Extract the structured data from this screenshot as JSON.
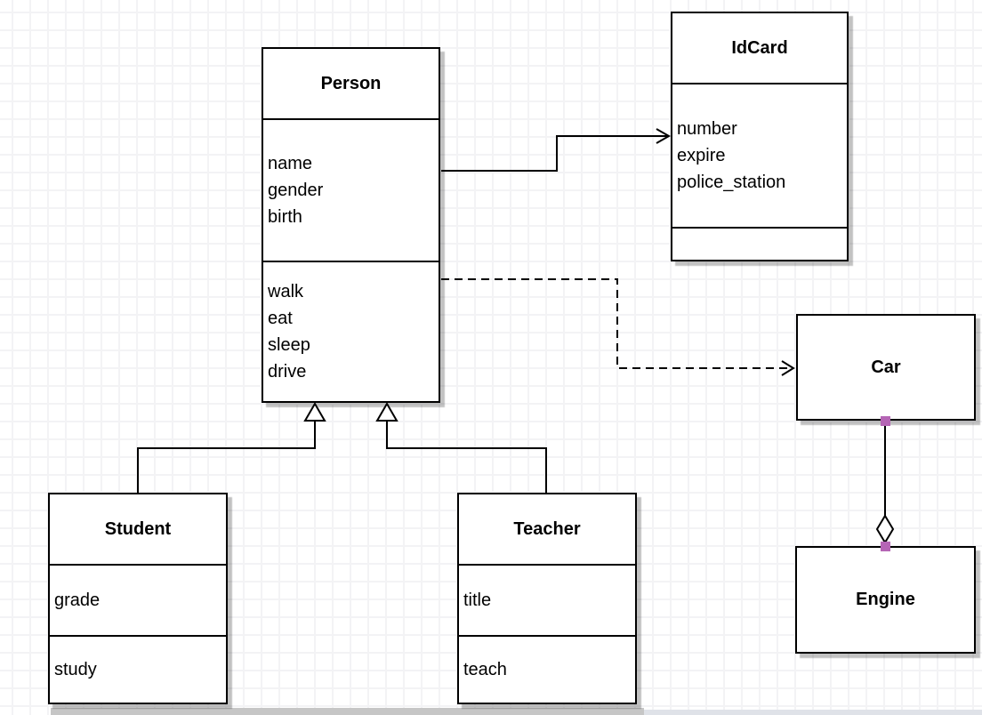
{
  "diagram": {
    "kind": "uml-class-diagram",
    "classes": {
      "person": {
        "name": "Person",
        "attributes": [
          "name",
          "gender",
          "birth"
        ],
        "methods": [
          "walk",
          "eat",
          "sleep",
          "drive"
        ]
      },
      "idcard": {
        "name": "IdCard",
        "attributes": [
          "number",
          "expire",
          "police_station"
        ],
        "methods": []
      },
      "car": {
        "name": "Car",
        "attributes": [],
        "methods": []
      },
      "engine": {
        "name": "Engine",
        "attributes": [],
        "methods": []
      },
      "student": {
        "name": "Student",
        "attributes": [
          "grade"
        ],
        "methods": [
          "study"
        ]
      },
      "teacher": {
        "name": "Teacher",
        "attributes": [
          "title"
        ],
        "methods": [
          "teach"
        ]
      }
    },
    "relationships": [
      {
        "from": "Person",
        "to": "IdCard",
        "type": "association",
        "line": "solid",
        "arrow": "open"
      },
      {
        "from": "Person",
        "to": "Car",
        "type": "dependency",
        "line": "dashed",
        "arrow": "open"
      },
      {
        "from": "Engine",
        "to": "Car",
        "type": "aggregation",
        "line": "solid",
        "marker": "hollow-diamond",
        "selected": true
      },
      {
        "from": "Student",
        "to": "Person",
        "type": "generalization",
        "line": "solid",
        "marker": "hollow-triangle"
      },
      {
        "from": "Teacher",
        "to": "Person",
        "type": "generalization",
        "line": "solid",
        "marker": "hollow-triangle"
      }
    ],
    "colors": {
      "node_fill": "#ffffff",
      "node_border": "#000000",
      "edge": "#000000",
      "grid_line": "#f3f3f5",
      "canvas": "#ffffff",
      "shadow": "#c4c4c4",
      "selection_handle": "#b565b5"
    }
  }
}
